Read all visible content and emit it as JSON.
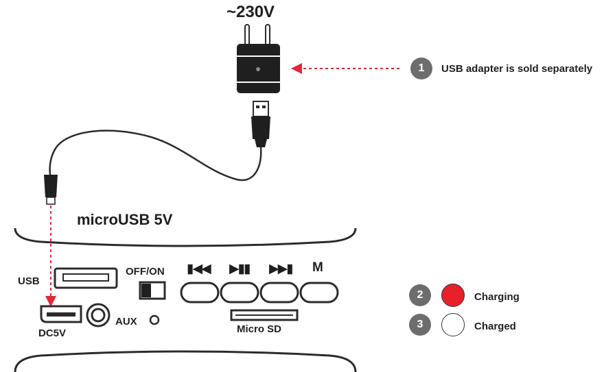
{
  "adapter": {
    "voltage": "~230V"
  },
  "connector_label": "microUSB 5V",
  "notes": [
    {
      "number": "1",
      "text": "USB adapter is sold separately"
    },
    {
      "number": "2",
      "text": "Charging",
      "led_color": "#e8202a"
    },
    {
      "number": "3",
      "text": "Charged",
      "led_color": "#ffffff"
    }
  ],
  "panel": {
    "usb_label": "USB",
    "dc_label": "DC5V",
    "aux_label": "AUX",
    "switch_label": "OFF/ON",
    "mode_label": "M",
    "sd_label": "Micro SD",
    "icons": [
      "previous-track-icon",
      "play-pause-icon",
      "next-track-icon"
    ]
  },
  "colors": {
    "arrow": "#e0283a",
    "outline": "#2b2b2b",
    "badge": "#6d6d6d"
  }
}
